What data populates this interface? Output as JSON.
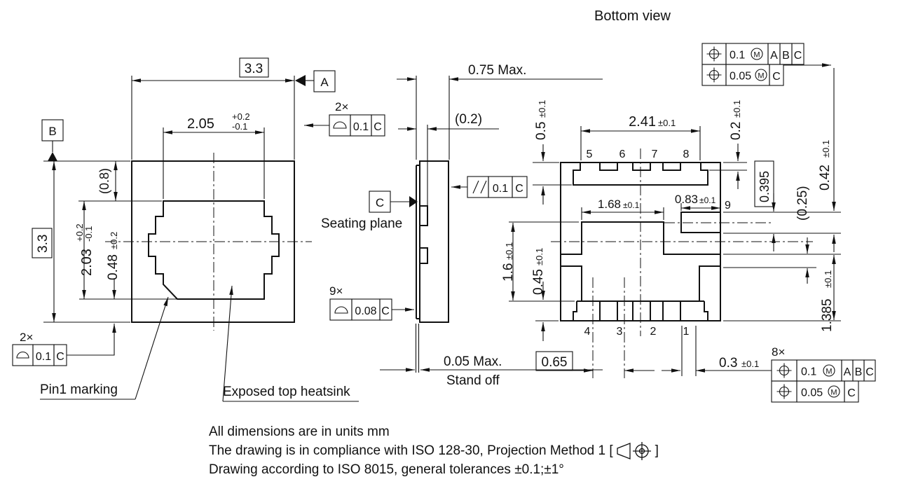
{
  "top_view": {
    "dim_body_width": "3.3",
    "dim_pad_width": {
      "v": "2.05",
      "sup": "+0.2",
      "sub": "-0.1"
    },
    "dim_pad_top_gap": "(0.8)",
    "dim_body_height": "3.3",
    "dim_pad_height": {
      "v": "2.03",
      "sup": "+0.2",
      "sub": "-0.1"
    },
    "dim_pad_bottom_gap": {
      "v": "0.48",
      "t": "±0.2"
    },
    "datum_a": "A",
    "datum_b": "B",
    "fcf_profile_top": {
      "qty": "2×",
      "tol": "0.1",
      "datum": "C"
    },
    "fcf_profile_bottom": {
      "qty": "2×",
      "tol": "0.1",
      "datum": "C"
    },
    "label_pin1": "Pin1 marking",
    "label_heatsink": "Exposed top heatsink"
  },
  "side_view": {
    "dim_thickness": "0.75 Max.",
    "dim_lead": "(0.2)",
    "datum_c": "C",
    "label_seating_plane": "Seating plane",
    "fcf_parallelism": {
      "tol": "0.1",
      "datum": "C"
    },
    "fcf_profile_leads": {
      "qty": "9×",
      "tol": "0.08",
      "datum": "C"
    },
    "dim_standoff": "0.05 Max.",
    "label_standoff": "Stand off"
  },
  "bottom_view": {
    "title": "Bottom view",
    "fcf_position_top": {
      "rows": [
        {
          "tol": "0.1",
          "mod": "M",
          "d1": "A",
          "d2": "B",
          "d3": "C"
        },
        {
          "tol": "0.05",
          "mod": "M",
          "d1": "C"
        }
      ]
    },
    "fcf_position_bottom": {
      "qty": "8×",
      "rows": [
        {
          "tol": "0.1",
          "mod": "M",
          "d1": "A",
          "d2": "B",
          "d3": "C"
        },
        {
          "tol": "0.05",
          "mod": "M",
          "d1": "C"
        }
      ]
    },
    "pins_top": [
      "5",
      "6",
      "7",
      "8"
    ],
    "pins_bottom": [
      "4",
      "3",
      "2",
      "1"
    ],
    "pin_side": "9",
    "dim_lead_span": {
      "v": "2.41",
      "t": "±0.1"
    },
    "dim_top_bar": {
      "v": "0.5",
      "t": "±0.1"
    },
    "dim_lead_depth": {
      "v": "0.2",
      "t": "±0.1"
    },
    "dim_pad_width": {
      "v": "1.68",
      "t": "±0.1"
    },
    "dim_pin9_length": {
      "v": "0.83",
      "t": "±0.1"
    },
    "dim_pin9_offset": "0.395",
    "dim_arm_gap": "(0.25)",
    "dim_pin9_width": {
      "v": "0.42",
      "t": "±0.1"
    },
    "dim_arm_offset": {
      "v": "1.385",
      "t": "±0.1"
    },
    "dim_pad_height": {
      "v": "1.6",
      "t": "±0.1"
    },
    "dim_pad_bottom_gap": {
      "v": "0.45",
      "t": "±0.1"
    },
    "dim_pitch": "0.65",
    "dim_pin1_edge": {
      "v": "0.3",
      "t": "±0.1"
    }
  },
  "notes": {
    "line1": "All dimensions are in units mm",
    "line2_pre": "The drawing is in compliance with ISO 128-30, Projection Method 1 [",
    "line2_post": "]",
    "line3": "Drawing according to ISO 8015, general tolerances ±0.1;±1°"
  }
}
